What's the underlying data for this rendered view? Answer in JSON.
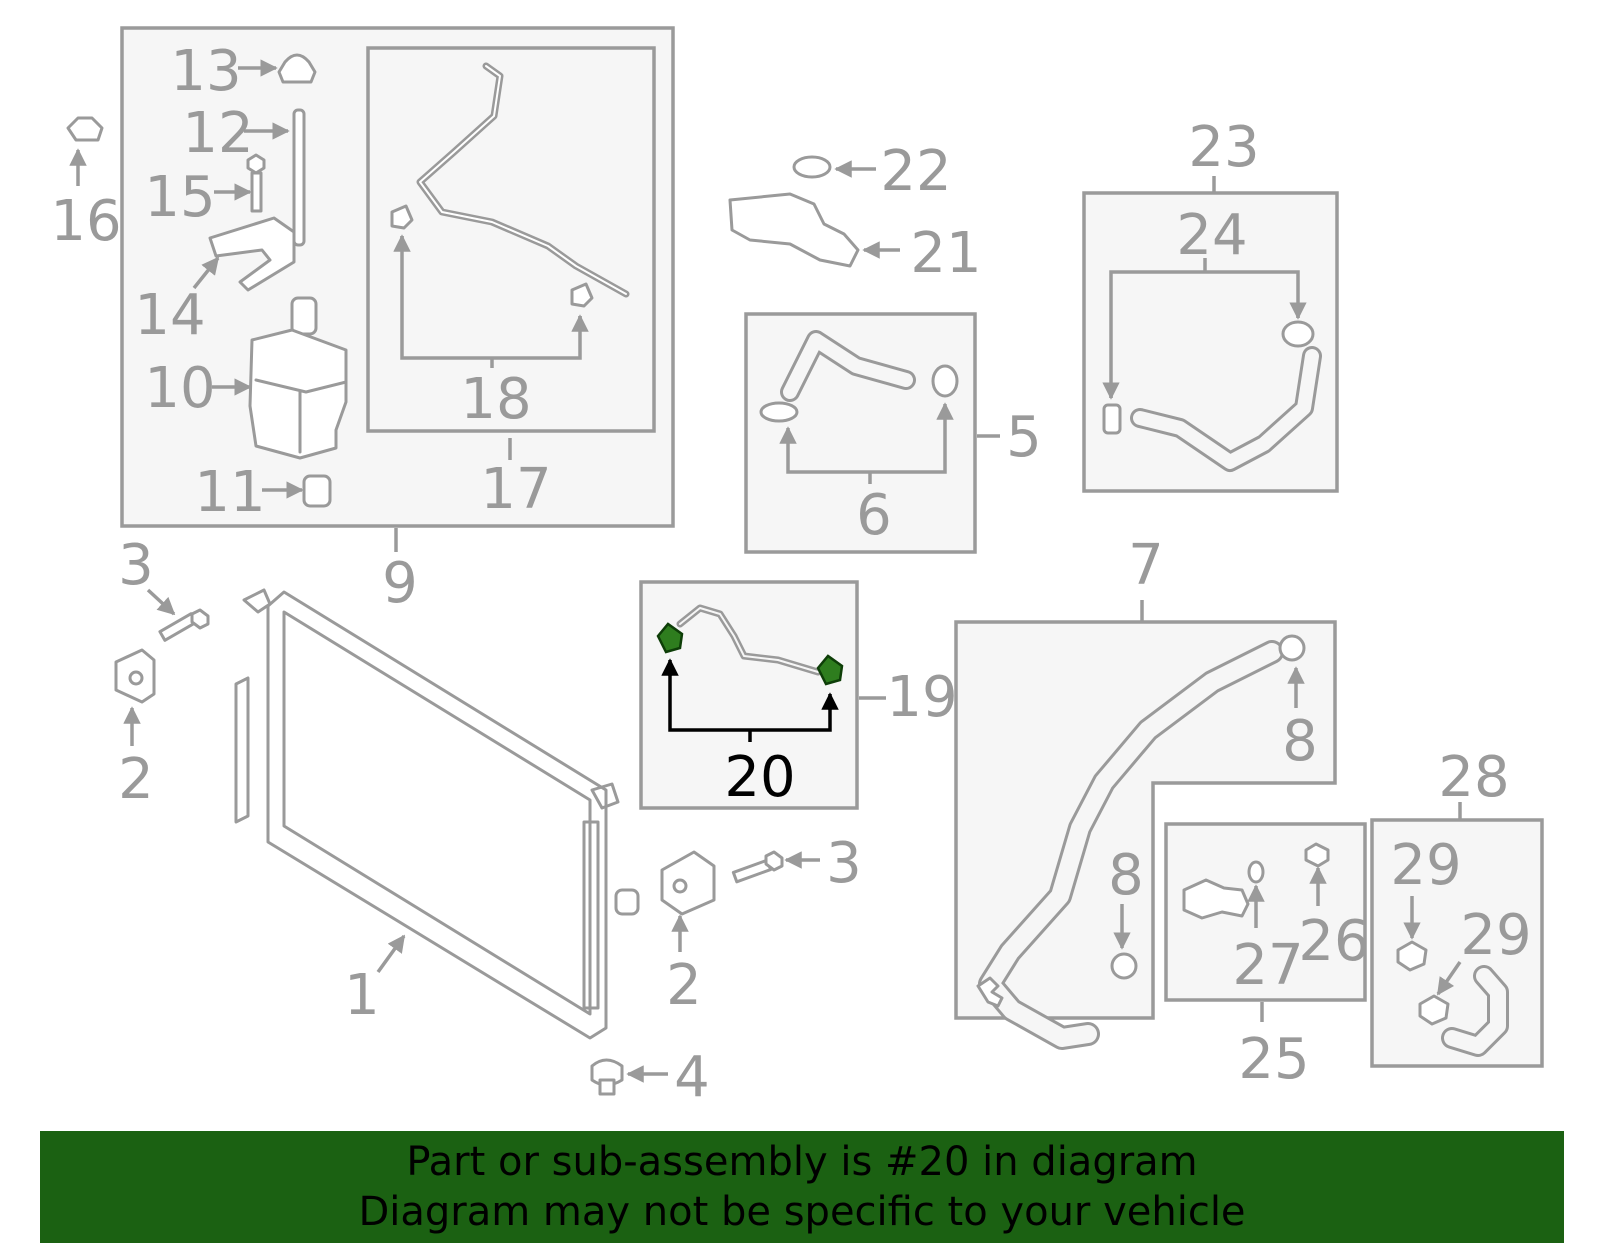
{
  "banner": {
    "line1": "Part or sub-assembly is #20 in diagram",
    "line2": "Diagram may not be specific to your vehicle"
  },
  "highlighted_part": "20",
  "colors": {
    "highlight": "#2e7d1e",
    "banner": "#1b6112",
    "lines": "#9a9a9a"
  },
  "callouts": {
    "c1": "1",
    "c2a": "2",
    "c2b": "2",
    "c3a": "3",
    "c3b": "3",
    "c4": "4",
    "c5": "5",
    "c6": "6",
    "c7": "7",
    "c8a": "8",
    "c8b": "8",
    "c9": "9",
    "c10": "10",
    "c11": "11",
    "c12": "12",
    "c13": "13",
    "c14": "14",
    "c15": "15",
    "c16": "16",
    "c17": "17",
    "c18": "18",
    "c19": "19",
    "c20": "20",
    "c21": "21",
    "c22": "22",
    "c23": "23",
    "c24": "24",
    "c25": "25",
    "c26": "26",
    "c27": "27",
    "c28": "28",
    "c29a": "29",
    "c29b": "29"
  }
}
